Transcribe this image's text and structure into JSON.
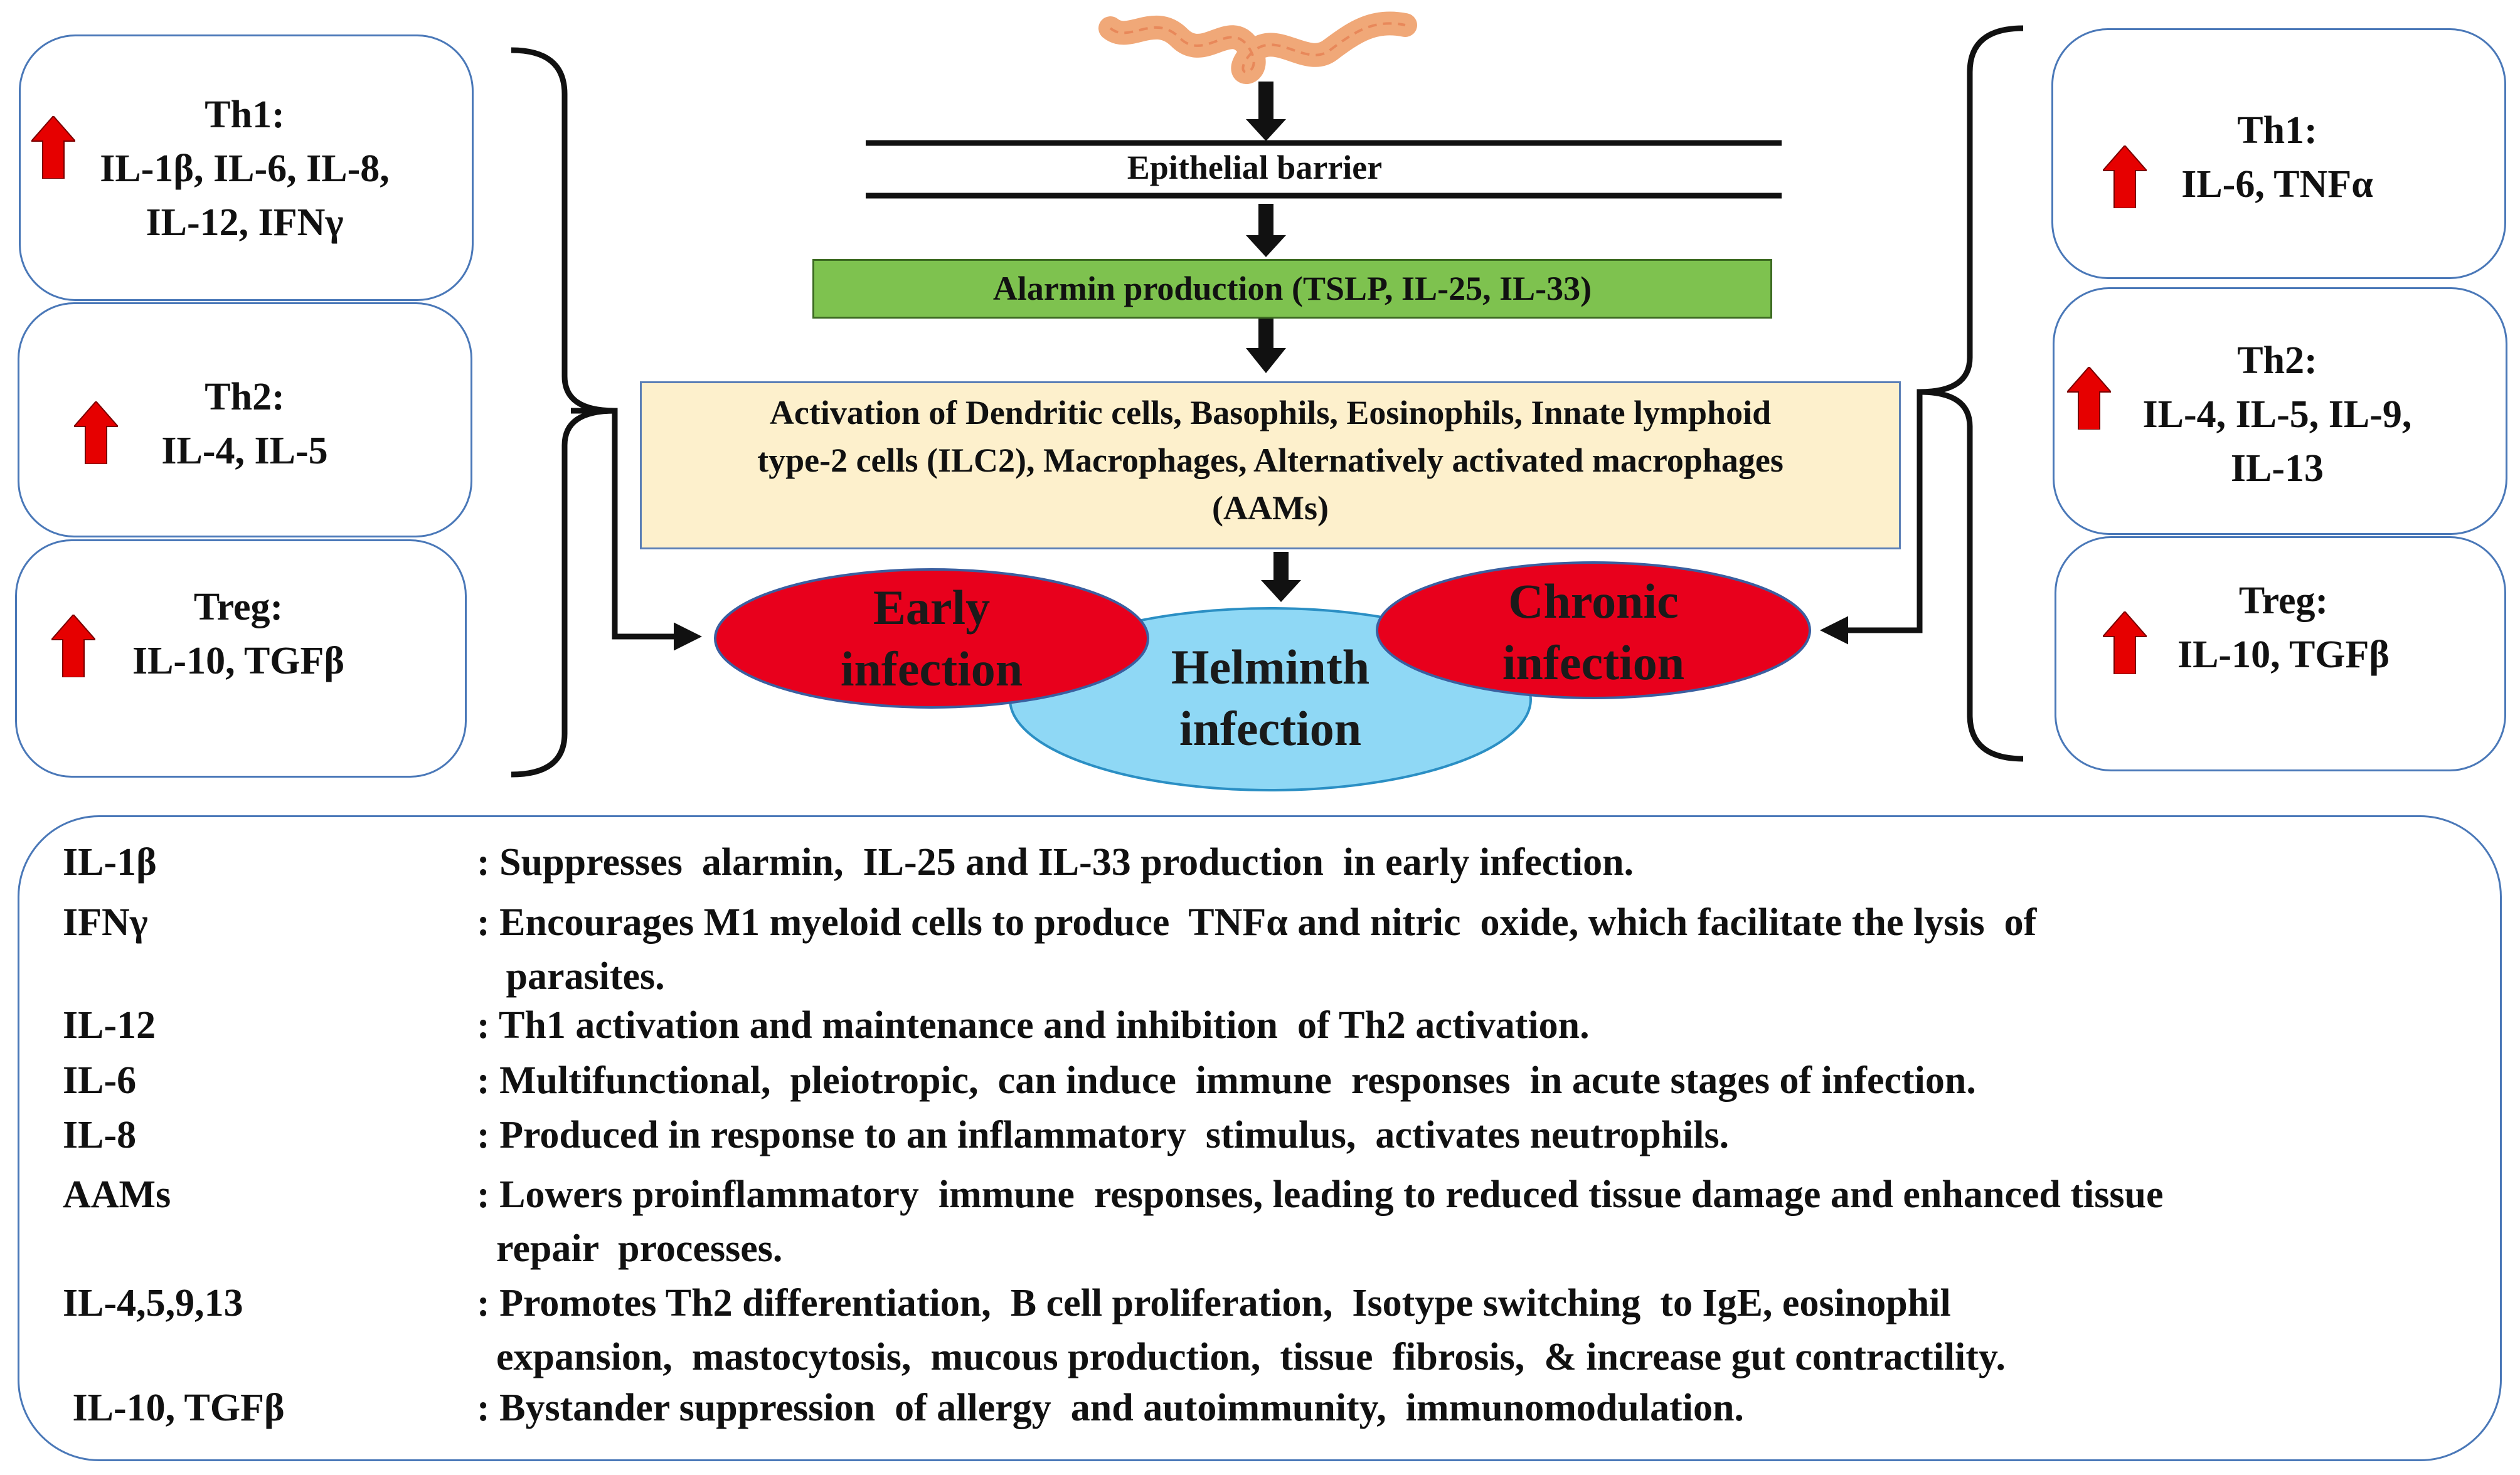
{
  "left_panels": [
    {
      "title": "Th1:",
      "lines": [
        "IL-1β, IL-6, IL-8,",
        "IL-12, IFNγ"
      ]
    },
    {
      "title": "Th2:",
      "lines": [
        "IL-4, IL-5"
      ]
    },
    {
      "title": "Treg:",
      "lines": [
        "IL-10, TGFβ"
      ]
    }
  ],
  "right_panels": [
    {
      "title": "Th1:",
      "lines": [
        "IL-6, TNFα"
      ]
    },
    {
      "title": "Th2:",
      "lines": [
        "IL-4, IL-5, IL-9,",
        "IL-13"
      ]
    },
    {
      "title": "Treg:",
      "lines": [
        "IL-10, TGFβ"
      ]
    }
  ],
  "flow": {
    "epithelial": "Epithelial barrier",
    "alarmin": "Alarmin production (TSLP, IL-25, IL-33)",
    "activation_lines": [
      "Activation of Dendritic cells, Basophils, Eosinophils, Innate lymphoid",
      "type-2 cells (ILC2), Macrophages, Alternatively activated macrophages",
      "(AAMs)"
    ],
    "early": [
      "Early",
      "infection"
    ],
    "helminth": [
      "Helminth",
      "infection"
    ],
    "chronic": [
      "Chronic",
      "infection"
    ]
  },
  "legend": [
    {
      "key": "IL-1β",
      "desc": ": Suppresses  alarmin,  IL-25 and IL-33 production  in early infection."
    },
    {
      "key": "IFNγ",
      "desc": ": Encourages M1 myeloid cells to produce  TNFα and nitric  oxide, which facilitate the lysis  of\n   parasites."
    },
    {
      "key": "IL-12",
      "desc": ": Th1 activation and maintenance and inhibition  of Th2 activation."
    },
    {
      "key": "IL-6",
      "desc": ": Multifunctional,  pleiotropic,  can induce  immune  responses  in acute stages of infection."
    },
    {
      "key": "IL-8",
      "desc": ": Produced in response to an inflammatory  stimulus,  activates neutrophils."
    },
    {
      "key": "AAMs",
      "desc": ": Lowers proinflammatory  immune  responses, leading to reduced tissue damage and enhanced tissue\n  repair  processes."
    },
    {
      "key": "IL-4,5,9,13",
      "desc": ": Promotes Th2 differentiation,  B cell proliferation,  Isotype switching  to IgE, eosinophil\n  expansion,  mastocytosis,  mucous production,  tissue  fibrosis,  & increase gut contractility."
    },
    {
      "key": " IL-10, TGFβ",
      "desc": ": Bystander suppression  of allergy  and autoimmunity,  immunomodulation."
    }
  ],
  "colors": {
    "panel_border": "#4a78b8",
    "up_arrow": "#e60000",
    "alarmin_fill": "#7ec24f",
    "activation_fill": "#fdf0cc",
    "ellipse_red": "#e8001c",
    "ellipse_blue": "#8fd8f5",
    "worm": "#f0a878"
  }
}
